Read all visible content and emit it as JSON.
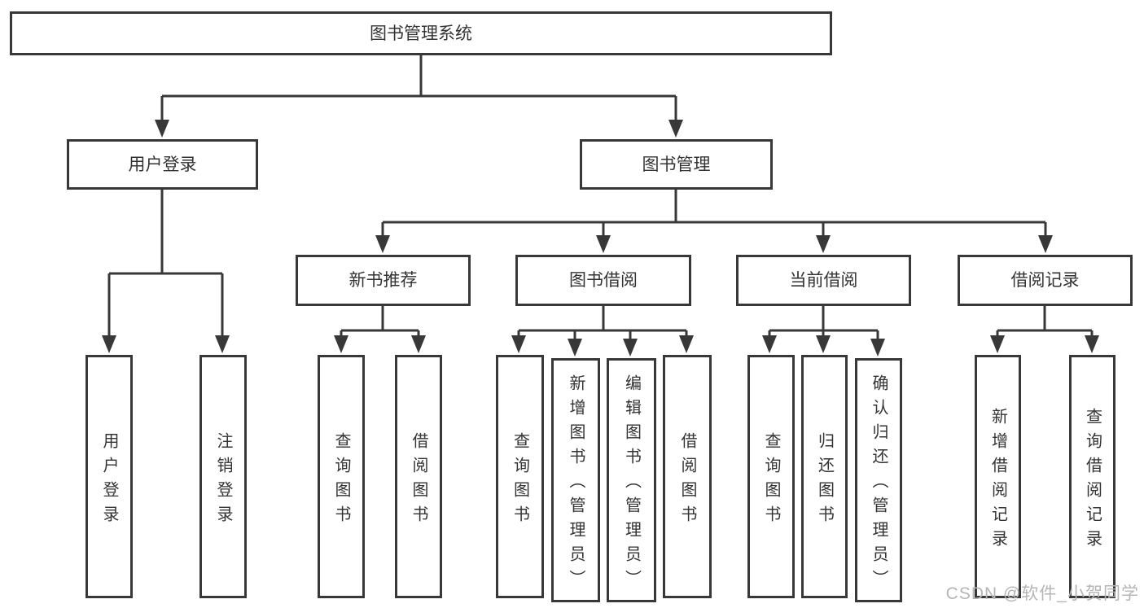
{
  "diagram_title": "图书管理系统",
  "tree": {
    "root": {
      "label": "图书管理系统",
      "children": [
        {
          "label": "用户登录",
          "children": [
            {
              "label": "用户登录"
            },
            {
              "label": "注销登录"
            }
          ]
        },
        {
          "label": "图书管理",
          "children": [
            {
              "label": "新书推荐",
              "children": [
                {
                  "label": "查询图书"
                },
                {
                  "label": "借阅图书"
                }
              ]
            },
            {
              "label": "图书借阅",
              "children": [
                {
                  "label": "查询图书"
                },
                {
                  "label": "新增图书（管理员）"
                },
                {
                  "label": "编辑图书（管理员）"
                },
                {
                  "label": "借阅图书"
                }
              ]
            },
            {
              "label": "当前借阅",
              "children": [
                {
                  "label": "查询图书"
                },
                {
                  "label": "归还图书"
                },
                {
                  "label": "确认归还（管理员）"
                }
              ]
            },
            {
              "label": "借阅记录",
              "children": [
                {
                  "label": "新增借阅记录"
                },
                {
                  "label": "查询借阅记录"
                }
              ]
            }
          ]
        }
      ]
    }
  },
  "watermark": "CSDN @软件_小贺同学",
  "colors": {
    "background": "#ffffff",
    "line": "#383838",
    "box_border": "#383838",
    "text": "#333333",
    "watermark": "#b5b5b5"
  }
}
